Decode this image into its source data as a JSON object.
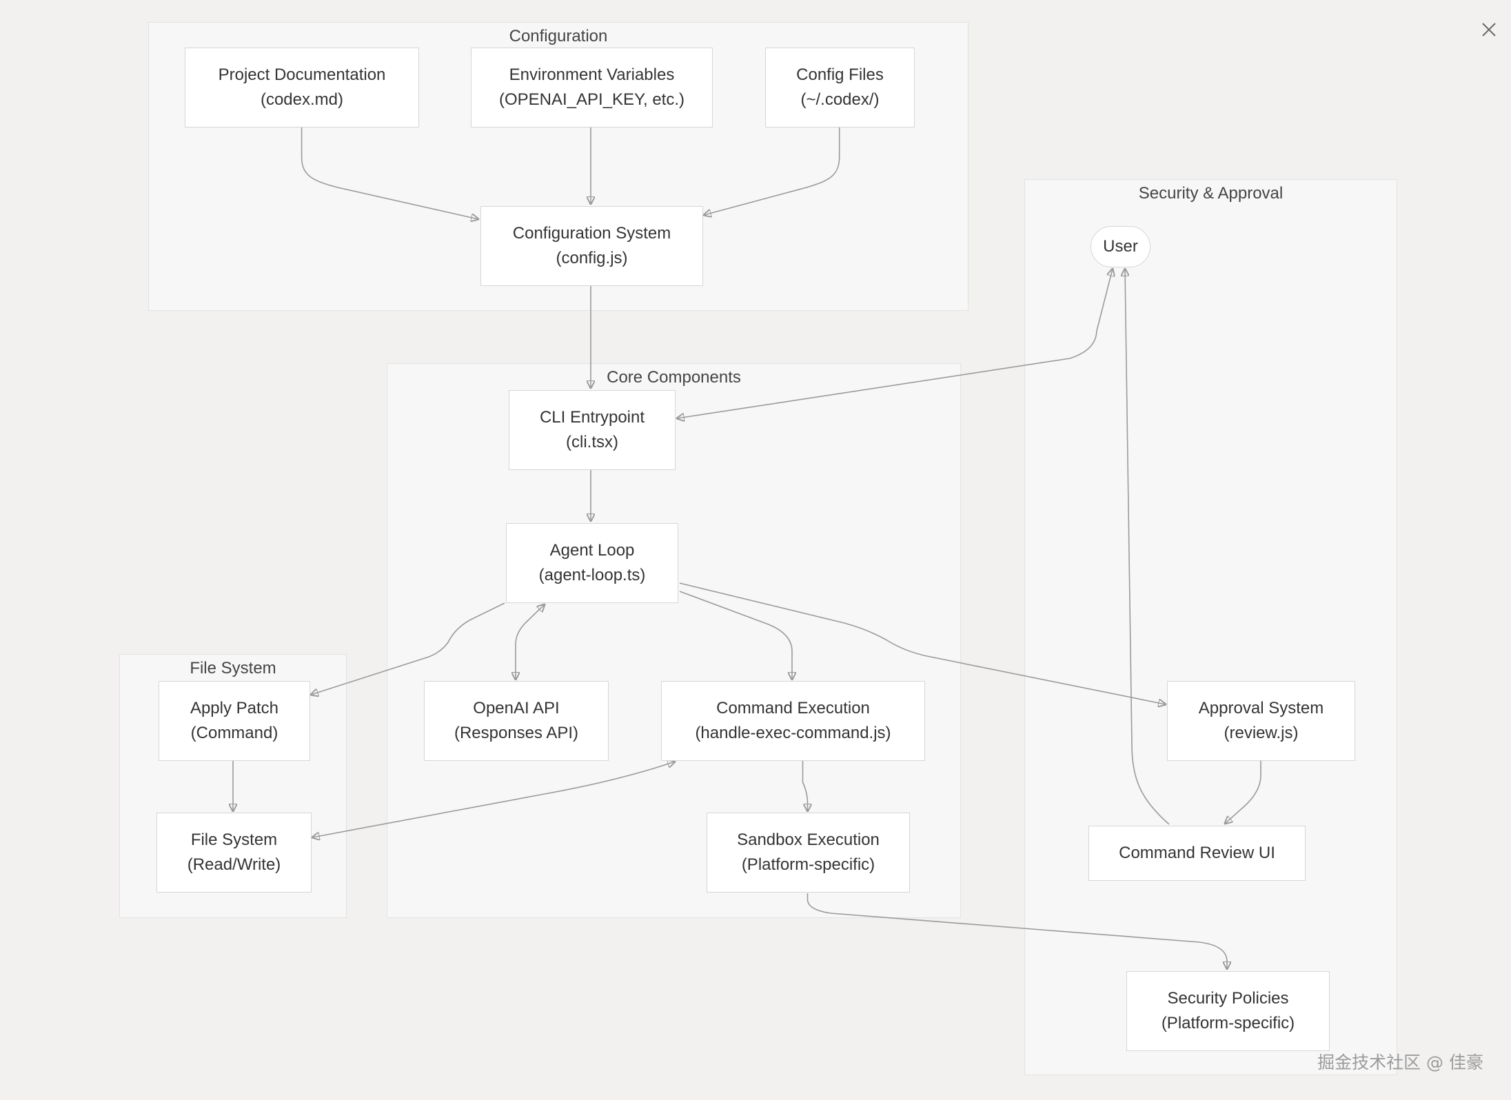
{
  "icons": {
    "close": "close-icon"
  },
  "colors": {
    "background": "#f2f1f0",
    "group_fill": "#f7f7f7",
    "node_fill": "#ffffff",
    "edge": "#9a9a9a"
  },
  "groups": {
    "configuration": "Configuration",
    "core": "Core Components",
    "file_system": "File System",
    "security": "Security & Approval"
  },
  "nodes": {
    "project_docs": {
      "title": "Project Documentation",
      "subtitle": "(codex.md)"
    },
    "env_vars": {
      "title": "Environment Variables",
      "subtitle": "(OPENAI_API_KEY, etc.)"
    },
    "config_files": {
      "title": "Config Files",
      "subtitle": "(~/.codex/)"
    },
    "config_system": {
      "title": "Configuration System",
      "subtitle": "(config.js)"
    },
    "cli_entry": {
      "title": "CLI Entrypoint",
      "subtitle": "(cli.tsx)"
    },
    "agent_loop": {
      "title": "Agent Loop",
      "subtitle": "(agent-loop.ts)"
    },
    "openai_api": {
      "title": "OpenAI API",
      "subtitle": "(Responses API)"
    },
    "command_exec": {
      "title": "Command Execution",
      "subtitle": "(handle-exec-command.js)"
    },
    "sandbox_exec": {
      "title": "Sandbox Execution",
      "subtitle": "(Platform-specific)"
    },
    "apply_patch": {
      "title": "Apply Patch",
      "subtitle": "(Command)"
    },
    "fs_rw": {
      "title": "File System",
      "subtitle": "(Read/Write)"
    },
    "user": {
      "title": "User"
    },
    "approval_system": {
      "title": "Approval System",
      "subtitle": "(review.js)"
    },
    "command_review_ui": {
      "title": "Command Review UI"
    },
    "security_policies": {
      "title": "Security Policies",
      "subtitle": "(Platform-specific)"
    }
  },
  "watermark": "掘金技术社区 @ 佳豪"
}
